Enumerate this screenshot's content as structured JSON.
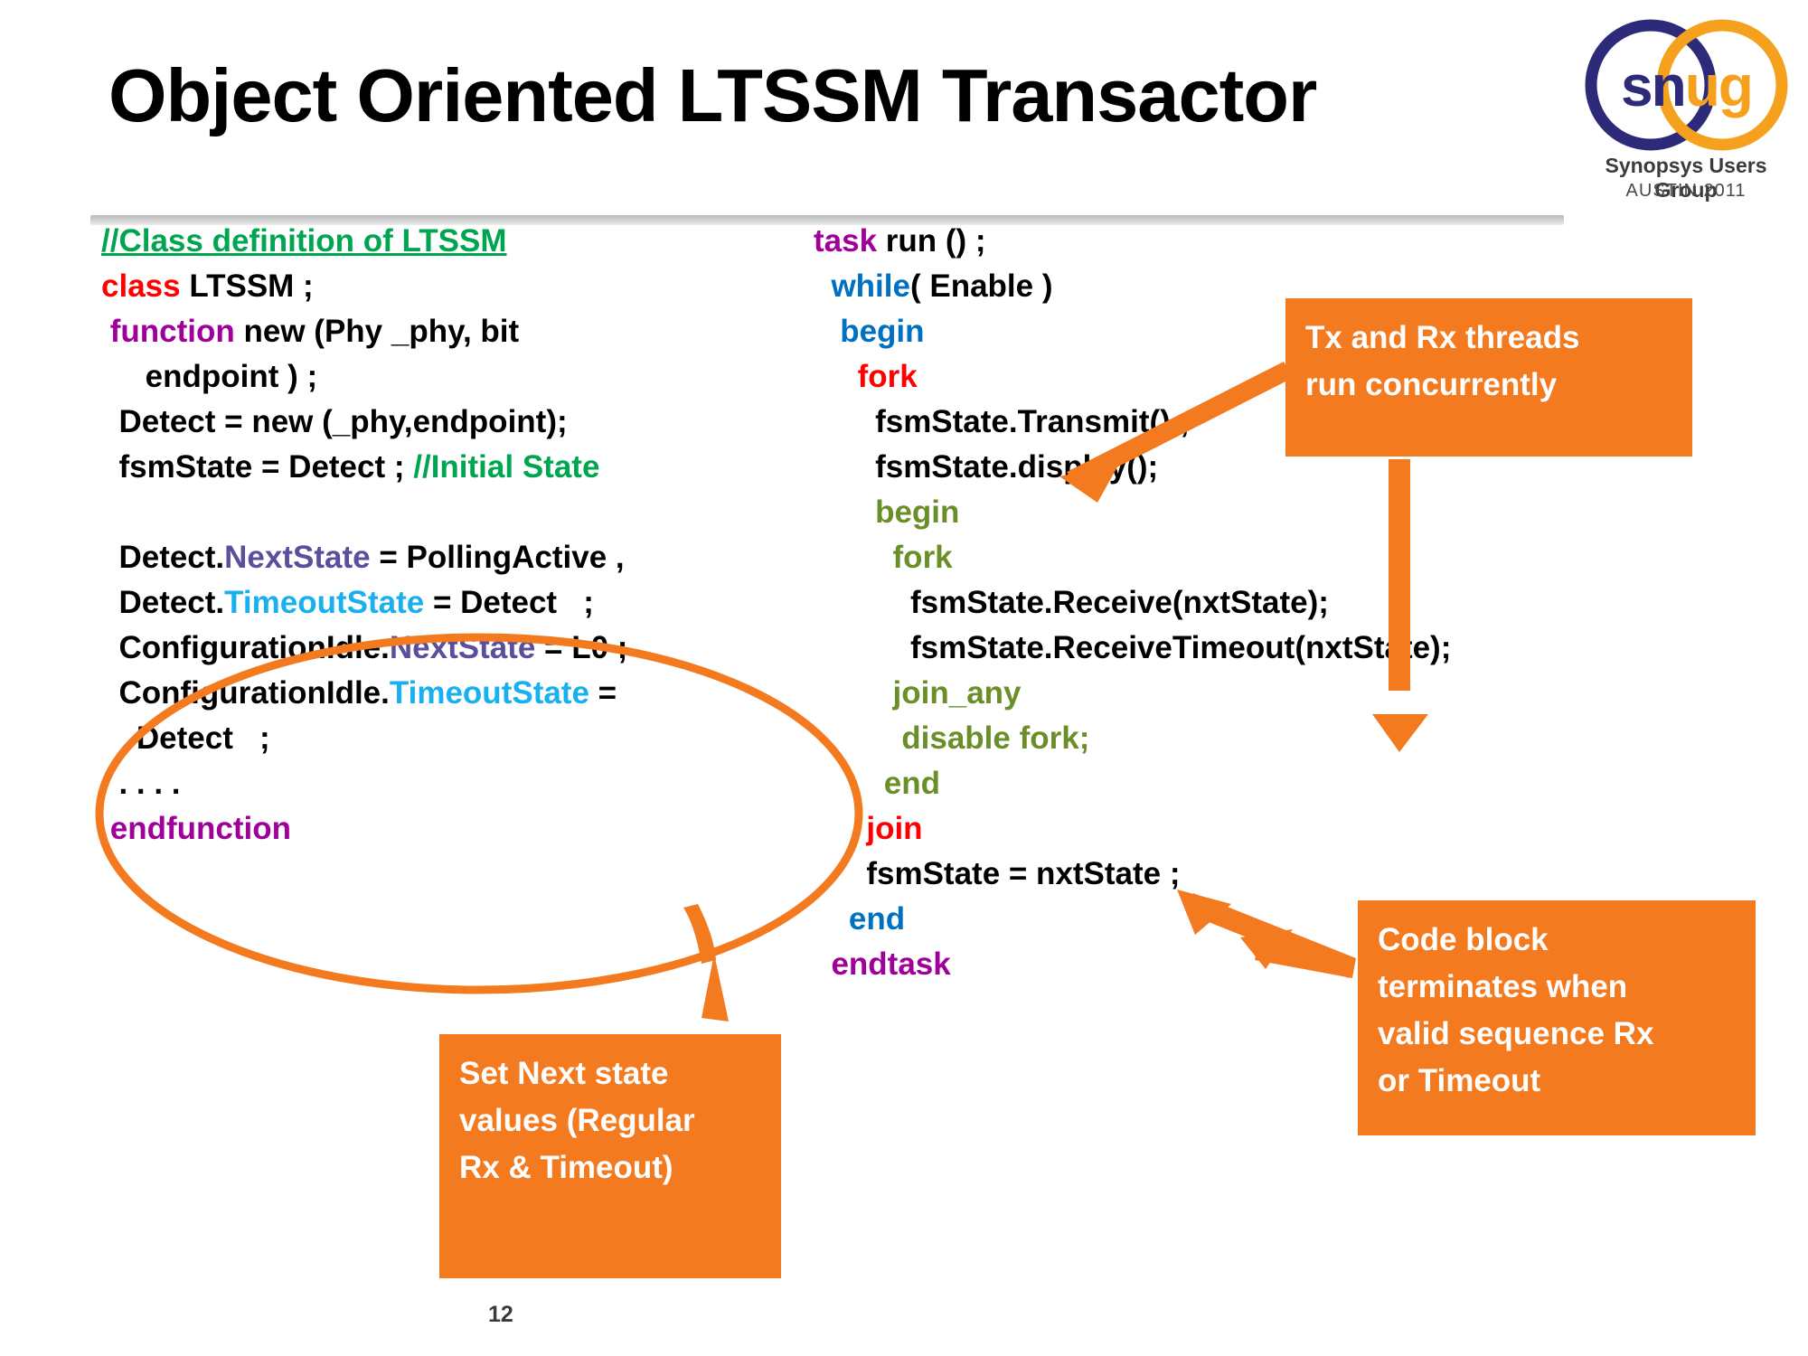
{
  "slide": {
    "title": "Object Oriented LTSSM Transactor",
    "page_number": "12"
  },
  "logo": {
    "word_first": "sn",
    "word_second": "ug",
    "subtitle": "Synopsys Users Group",
    "location_year": "AUSTIN 2011",
    "colors": {
      "blue": "#2d2a7a",
      "orange": "#f5a11e"
    }
  },
  "colors": {
    "accent_orange": "#f47a20",
    "comment_green": "#00a550",
    "keyword_red": "#ff0000",
    "keyword_purple": "#a0009a",
    "keyword_blue": "#0070c0",
    "keyword_olive": "#6a8f28",
    "next_state_slate": "#5b4e9c",
    "timeout_state_cyan": "#18b0ef"
  },
  "code_left": {
    "lines": [
      [
        {
          "t": "//Class definition of LTSSM",
          "c": "kw-green-u"
        }
      ],
      [
        {
          "t": "class",
          "c": "kw-red"
        },
        {
          "t": " LTSSM ;",
          "c": ""
        }
      ],
      [
        {
          "t": " ",
          "c": ""
        },
        {
          "t": "function",
          "c": "kw-purple"
        },
        {
          "t": " new (Phy _phy, bit",
          "c": ""
        }
      ],
      [
        {
          "t": "     endpoint ) ;",
          "c": ""
        }
      ],
      [
        {
          "t": "  Detect = new (_phy,endpoint);",
          "c": ""
        }
      ],
      [
        {
          "t": "  fsmState = Detect ; ",
          "c": ""
        },
        {
          "t": "//Initial State",
          "c": "kw-green"
        }
      ],
      [
        {
          "t": "",
          "c": ""
        }
      ],
      [
        {
          "t": "  Detect.",
          "c": ""
        },
        {
          "t": "NextState",
          "c": "kw-slate"
        },
        {
          "t": " = PollingActive ,",
          "c": ""
        }
      ],
      [
        {
          "t": "  Detect.",
          "c": ""
        },
        {
          "t": "TimeoutState",
          "c": "kw-cyan"
        },
        {
          "t": " = Detect   ;",
          "c": ""
        }
      ],
      [
        {
          "t": "  ConfigurationIdle.",
          "c": ""
        },
        {
          "t": "NextState",
          "c": "kw-slate"
        },
        {
          "t": " = L0 ;",
          "c": ""
        }
      ],
      [
        {
          "t": "  ConfigurationIdle.",
          "c": ""
        },
        {
          "t": "TimeoutState",
          "c": "kw-cyan"
        },
        {
          "t": " =",
          "c": ""
        }
      ],
      [
        {
          "t": "    Detect   ;",
          "c": ""
        }
      ],
      [
        {
          "t": "  . . . .",
          "c": ""
        }
      ],
      [
        {
          "t": " endfunction",
          "c": "kw-purple"
        }
      ]
    ]
  },
  "code_right": {
    "lines": [
      [
        {
          "t": "task",
          "c": "kw-purple"
        },
        {
          "t": " run () ;",
          "c": ""
        }
      ],
      [
        {
          "t": "  ",
          "c": ""
        },
        {
          "t": "while",
          "c": "kw-blue"
        },
        {
          "t": "( Enable )",
          "c": ""
        }
      ],
      [
        {
          "t": "   ",
          "c": ""
        },
        {
          "t": "begin",
          "c": "kw-blue"
        }
      ],
      [
        {
          "t": "     ",
          "c": ""
        },
        {
          "t": "fork",
          "c": "kw-red"
        }
      ],
      [
        {
          "t": "       fsmState.Transmit() ;",
          "c": ""
        }
      ],
      [
        {
          "t": "       fsmState.display();",
          "c": ""
        }
      ],
      [
        {
          "t": "       ",
          "c": ""
        },
        {
          "t": "begin",
          "c": "kw-olive"
        }
      ],
      [
        {
          "t": "         ",
          "c": ""
        },
        {
          "t": "fork",
          "c": "kw-olive"
        }
      ],
      [
        {
          "t": "           fsmState.Receive(nxtState);",
          "c": ""
        }
      ],
      [
        {
          "t": "           fsmState.ReceiveTimeout(nxtState);",
          "c": ""
        }
      ],
      [
        {
          "t": "         ",
          "c": ""
        },
        {
          "t": "join_any",
          "c": "kw-olive"
        }
      ],
      [
        {
          "t": "          ",
          "c": ""
        },
        {
          "t": "disable fork;",
          "c": "kw-olive"
        }
      ],
      [
        {
          "t": "        ",
          "c": ""
        },
        {
          "t": "end",
          "c": "kw-olive"
        }
      ],
      [
        {
          "t": "      ",
          "c": ""
        },
        {
          "t": "join",
          "c": "kw-red"
        }
      ],
      [
        {
          "t": "      fsmState = nxtState ;",
          "c": ""
        }
      ],
      [
        {
          "t": "    ",
          "c": ""
        },
        {
          "t": "end",
          "c": "kw-blue"
        }
      ],
      [
        {
          "t": "  ",
          "c": ""
        },
        {
          "t": "endtask",
          "c": "kw-purple"
        }
      ]
    ]
  },
  "callouts": {
    "tx_rx": "Tx and Rx threads\nrun concurrently",
    "code_block": "Code block\nterminates when\nvalid sequence Rx\nor Timeout",
    "set_next_state": "Set Next state\nvalues (Regular\nRx & Timeout)"
  }
}
